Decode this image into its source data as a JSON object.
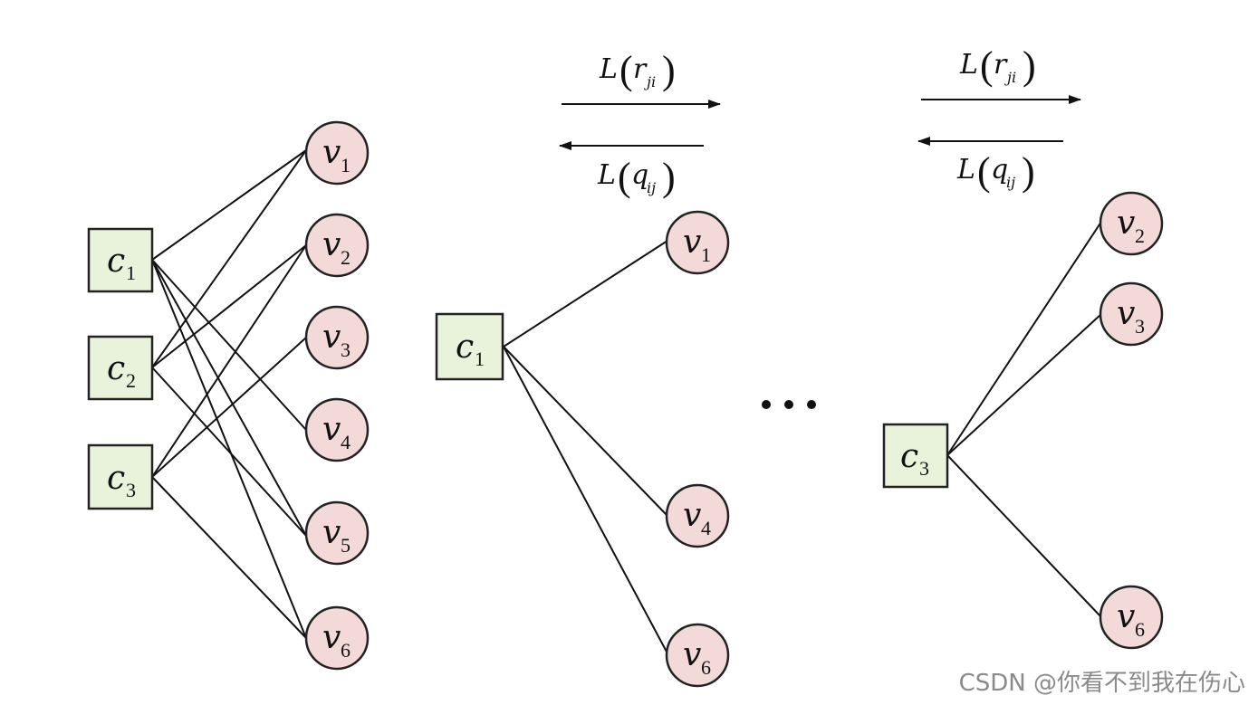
{
  "nodes": {
    "check_letter": "c",
    "var_letter": "v",
    "c1": "1",
    "c2": "2",
    "c3": "3",
    "v1": "1",
    "v2": "2",
    "v3": "3",
    "v4": "4",
    "v5": "5",
    "v6": "6"
  },
  "messages": {
    "forward": {
      "fn": "L",
      "var": "r",
      "sub": "ji"
    },
    "backward": {
      "fn": "L",
      "var": "q",
      "sub": "ij"
    }
  },
  "ellipsis": "• • •",
  "watermark": "CSDN @你看不到我在伤心",
  "colors": {
    "check_fill": "#e9f3dc",
    "var_fill": "#f4d9d9",
    "stroke": "#222222"
  }
}
